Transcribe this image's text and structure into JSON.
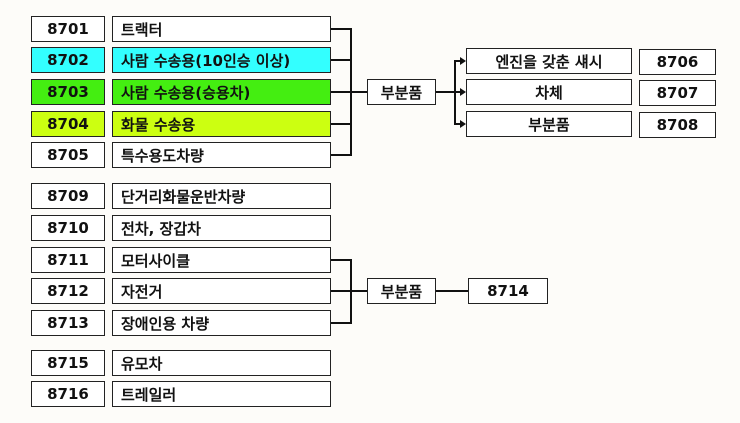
{
  "colors": {
    "highlight_8702": "#33ffff",
    "highlight_8703": "#44ee11",
    "highlight_8704": "#ccff11",
    "line": "#111111"
  },
  "rows": [
    {
      "code": "8701",
      "label": "트랙터"
    },
    {
      "code": "8702",
      "label": "사람 수송용(10인승 이상)"
    },
    {
      "code": "8703",
      "label": "사람 수송용(승용차)"
    },
    {
      "code": "8704",
      "label": "화물 수송용"
    },
    {
      "code": "8705",
      "label": "특수용도차량"
    },
    {
      "code": "8709",
      "label": "단거리화물운반차량"
    },
    {
      "code": "8710",
      "label": "전차, 장갑차"
    },
    {
      "code": "8711",
      "label": "모터사이클"
    },
    {
      "code": "8712",
      "label": "자전거"
    },
    {
      "code": "8713",
      "label": "장애인용 차량"
    },
    {
      "code": "8715",
      "label": "유모차"
    },
    {
      "code": "8716",
      "label": "트레일러"
    }
  ],
  "group1": {
    "parts_label": "부분품",
    "children": [
      {
        "label": "엔진을 갖춘 섀시",
        "code": "8706"
      },
      {
        "label": "차체",
        "code": "8707"
      },
      {
        "label": "부분품",
        "code": "8708"
      }
    ]
  },
  "group2": {
    "parts_label": "부분품",
    "code": "8714"
  }
}
